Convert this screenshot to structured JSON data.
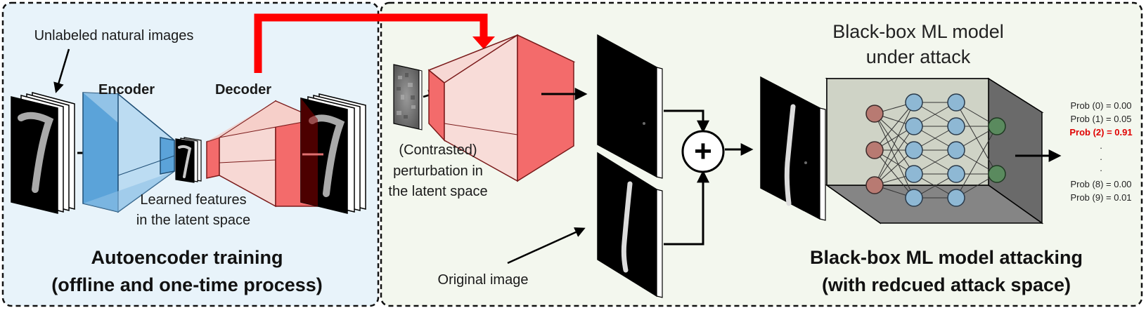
{
  "left_panel": {
    "input_label": "Unlabeled natural images",
    "encoder_label": "Encoder",
    "decoder_label": "Decoder",
    "latent_label_line1": "Learned features",
    "latent_label_line2": "in the latent space",
    "title_line1": "Autoencoder training",
    "title_line2": "(offline and one-time process)",
    "bg_color": "#e8f3fa"
  },
  "right_panel": {
    "perturb_line1": "(Contrasted)",
    "perturb_line2": "perturbation in",
    "perturb_line3": "the latent space",
    "original_label": "Original image",
    "plus_symbol": "+",
    "model_line1": "Black-box ML model",
    "model_line2": "under attack",
    "title_line1": "Black-box ML model attacking",
    "title_line2": "(with redcued attack space)",
    "bg_color": "#f3f7ee"
  },
  "probabilities": [
    {
      "text": "Prob (0) = 0.00",
      "highlight": false
    },
    {
      "text": "Prob (1) = 0.05",
      "highlight": false
    },
    {
      "text": "Prob (2) = 0.91",
      "highlight": true
    },
    {
      "text": ".",
      "highlight": false
    },
    {
      "text": ".",
      "highlight": false
    },
    {
      "text": ".",
      "highlight": false
    },
    {
      "text": "Prob (8) = 0.00",
      "highlight": false
    },
    {
      "text": "Prob (9) = 0.01",
      "highlight": false
    }
  ],
  "colors": {
    "encoder": "#5ba3d9",
    "decoder": "#f36b6b",
    "feedback_arrow": "#ff0000",
    "highlight_text": "#e00000",
    "network_box": "#6e6e6e",
    "input_node": "#b87a72",
    "hidden_node": "#8eb8d4",
    "output_node": "#5a8a5e"
  }
}
